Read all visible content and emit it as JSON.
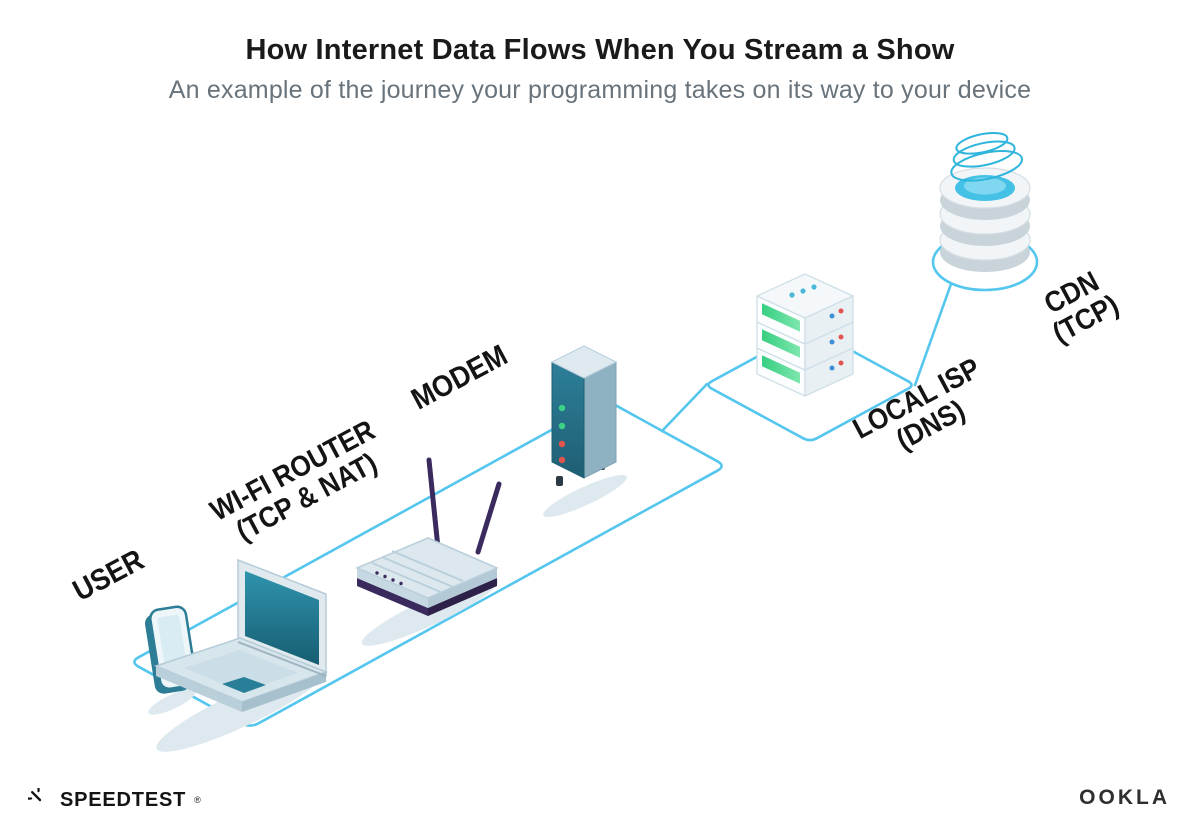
{
  "header": {
    "title": "How Internet Data Flows When You Stream a Show",
    "subtitle": "An example of the journey your programming takes on its way to your device"
  },
  "nodes": {
    "user": {
      "label": "USER"
    },
    "wifi_router": {
      "label": "WI-FI ROUTER",
      "sublabel": "(TCP & NAT)"
    },
    "modem": {
      "label": "MODEM"
    },
    "local_isp": {
      "label": "LOCAL ISP",
      "sublabel": "(DNS)"
    },
    "cdn": {
      "label": "CDN",
      "sublabel": "(TCP)"
    }
  },
  "footer": {
    "speedtest_label": "SPEEDTEST",
    "speedtest_mark": "®",
    "ookla_label": "OOKLA"
  },
  "colors": {
    "path_line": "#55c6ee",
    "device_teal": "#26718c",
    "led_green": "#3bd286",
    "led_red": "#e2554f",
    "dot_blue": "#3f8fd8",
    "cdn_cyan": "#45c1e6",
    "antenna_purple": "#3b2a5e"
  }
}
